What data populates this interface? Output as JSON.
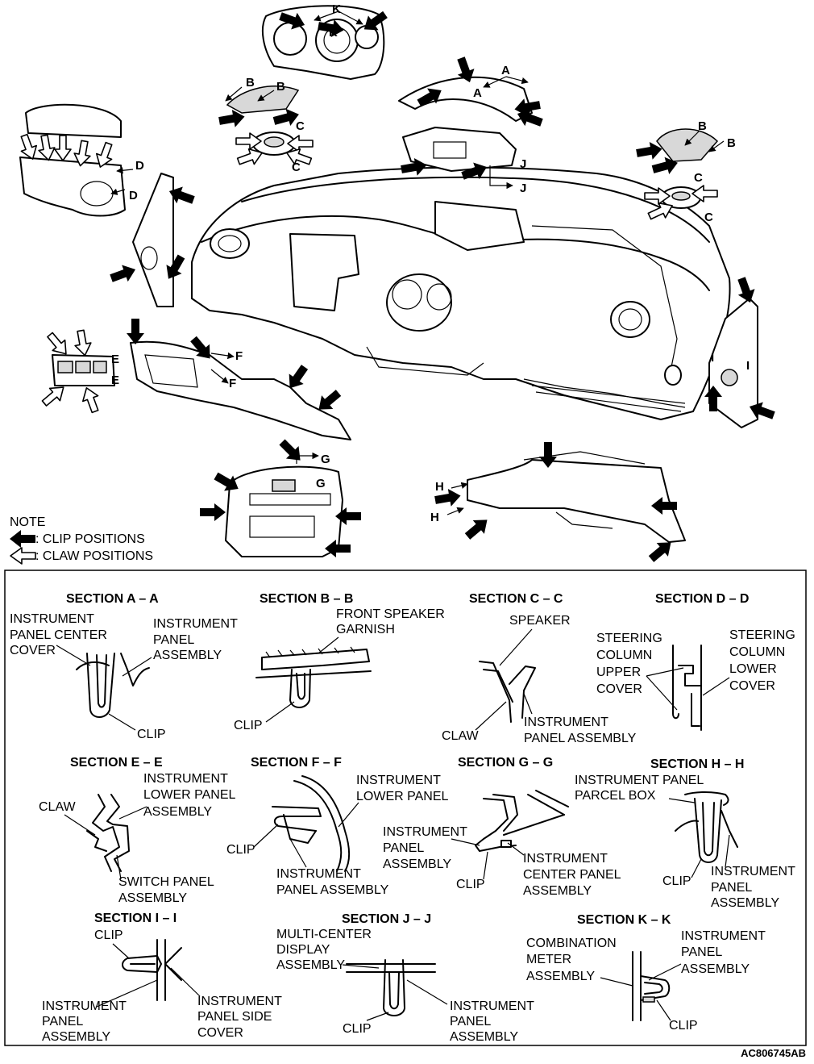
{
  "note": {
    "title": "NOTE",
    "clip": ": CLIP POSITIONS",
    "claw": ": CLAW POSITIONS"
  },
  "callouts": {
    "A": "A",
    "B": "B",
    "C": "C",
    "D": "D",
    "E": "E",
    "F": "F",
    "G": "G",
    "H": "H",
    "I": "I",
    "J": "J",
    "K": "K"
  },
  "sections": {
    "a": {
      "title": "SECTION A – A",
      "labels": [
        "INSTRUMENT",
        "PANEL CENTER",
        "COVER",
        "INSTRUMENT",
        "PANEL",
        "ASSEMBLY",
        "CLIP"
      ]
    },
    "b": {
      "title": "SECTION B – B",
      "labels": [
        "FRONT SPEAKER",
        "GARNISH",
        "CLIP"
      ]
    },
    "c": {
      "title": "SECTION C – C",
      "labels": [
        "SPEAKER",
        "CLAW",
        "INSTRUMENT",
        "PANEL ASSEMBLY"
      ]
    },
    "d": {
      "title": "SECTION D – D",
      "labels": [
        "STEERING",
        "COLUMN",
        "UPPER",
        "COVER",
        "STEERING",
        "COLUMN",
        "LOWER",
        "COVER"
      ]
    },
    "e": {
      "title": "SECTION E – E",
      "labels": [
        "INSTRUMENT",
        "LOWER PANEL",
        "ASSEMBLY",
        "CLAW",
        "SWITCH PANEL",
        "ASSEMBLY"
      ]
    },
    "f": {
      "title": "SECTION F – F",
      "labels": [
        "INSTRUMENT",
        "LOWER PANEL",
        "CLIP",
        "INSTRUMENT",
        "PANEL ASSEMBLY"
      ]
    },
    "g": {
      "title": "SECTION G – G",
      "labels": [
        "INSTRUMENT",
        "PANEL",
        "ASSEMBLY",
        "CLIP",
        "INSTRUMENT",
        "CENTER PANEL",
        "ASSEMBLY"
      ]
    },
    "h": {
      "title": "SECTION H – H",
      "labels": [
        "INSTRUMENT PANEL",
        "PARCEL BOX",
        "CLIP",
        "INSTRUMENT",
        "PANEL",
        "ASSEMBLY"
      ]
    },
    "i": {
      "title": "SECTION I – I",
      "labels": [
        "CLIP",
        "INSTRUMENT",
        "PANEL",
        "ASSEMBLY",
        "INSTRUMENT",
        "PANEL SIDE",
        "COVER"
      ]
    },
    "j": {
      "title": "SECTION J – J",
      "labels": [
        "MULTI-CENTER",
        "DISPLAY",
        "ASSEMBLY",
        "CLIP",
        "INSTRUMENT",
        "PANEL",
        "ASSEMBLY"
      ]
    },
    "k": {
      "title": "SECTION K – K",
      "labels": [
        "COMBINATION",
        "METER",
        "ASSEMBLY",
        "INSTRUMENT",
        "PANEL",
        "ASSEMBLY",
        "CLIP"
      ]
    }
  },
  "figure_id": "AC806745AB"
}
